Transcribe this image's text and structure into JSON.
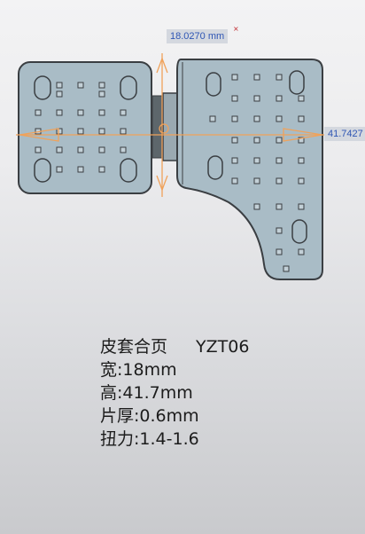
{
  "dimensions": {
    "width_value": "18.0270 mm",
    "height_value": "41.7427"
  },
  "product": {
    "name": "皮套合页",
    "model": "YZT06",
    "specs": [
      {
        "label": "宽",
        "value": "18mm"
      },
      {
        "label": "高",
        "value": "41.7mm"
      },
      {
        "label": "片厚",
        "value": "0.6mm"
      },
      {
        "label": "扭力",
        "value": "1.4-1.6"
      }
    ]
  },
  "colors": {
    "plate_fill": "#a9bcc6",
    "plate_stroke": "#3a3e42",
    "hinge_fill": "#9aa9b1",
    "dimension_line": "#f0a25a",
    "dimension_text": "#2f56b4",
    "close_marker": "#c0282d"
  },
  "icons": {
    "dimension_close": "close-x-icon"
  }
}
